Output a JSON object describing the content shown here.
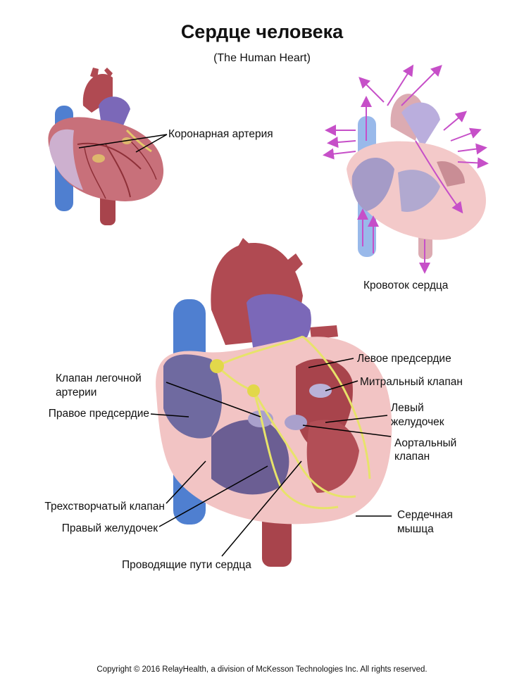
{
  "title": "Сердце человека",
  "subtitle": "(The Human Heart)",
  "labels": {
    "coronary_artery": "Коронарная артерия",
    "blood_flow": "Кровоток сердца",
    "left_atrium": "Левое предсердие",
    "mitral_valve": "Митральный клапан",
    "left_ventricle_1": "Левый",
    "left_ventricle_2": "желудочек",
    "aortic_valve_1": "Аортальный",
    "aortic_valve_2": "клапан",
    "heart_muscle_1": "Сердечная",
    "heart_muscle_2": "мышца",
    "pulmonary_valve_1": "Клапан легочной",
    "pulmonary_valve_2": "артерии",
    "right_atrium": "Правое предсердие",
    "tricuspid_valve": "Трехстворчатый клапан",
    "right_ventricle": "Правый желудочек",
    "conduction_system": "Проводящие пути сердца"
  },
  "copyright": "Copyright © 2016 RelayHealth, a division of McKesson Technologies Inc. All rights reserved.",
  "colors": {
    "aorta": "#b04a52",
    "vein": "#4f7fd0",
    "pulmonary": "#7b68b8",
    "muscle": "#c8707a",
    "wall": "#f2c4c4",
    "conduction": "#e7e36a",
    "flow_arrow": "#c64fc8"
  }
}
